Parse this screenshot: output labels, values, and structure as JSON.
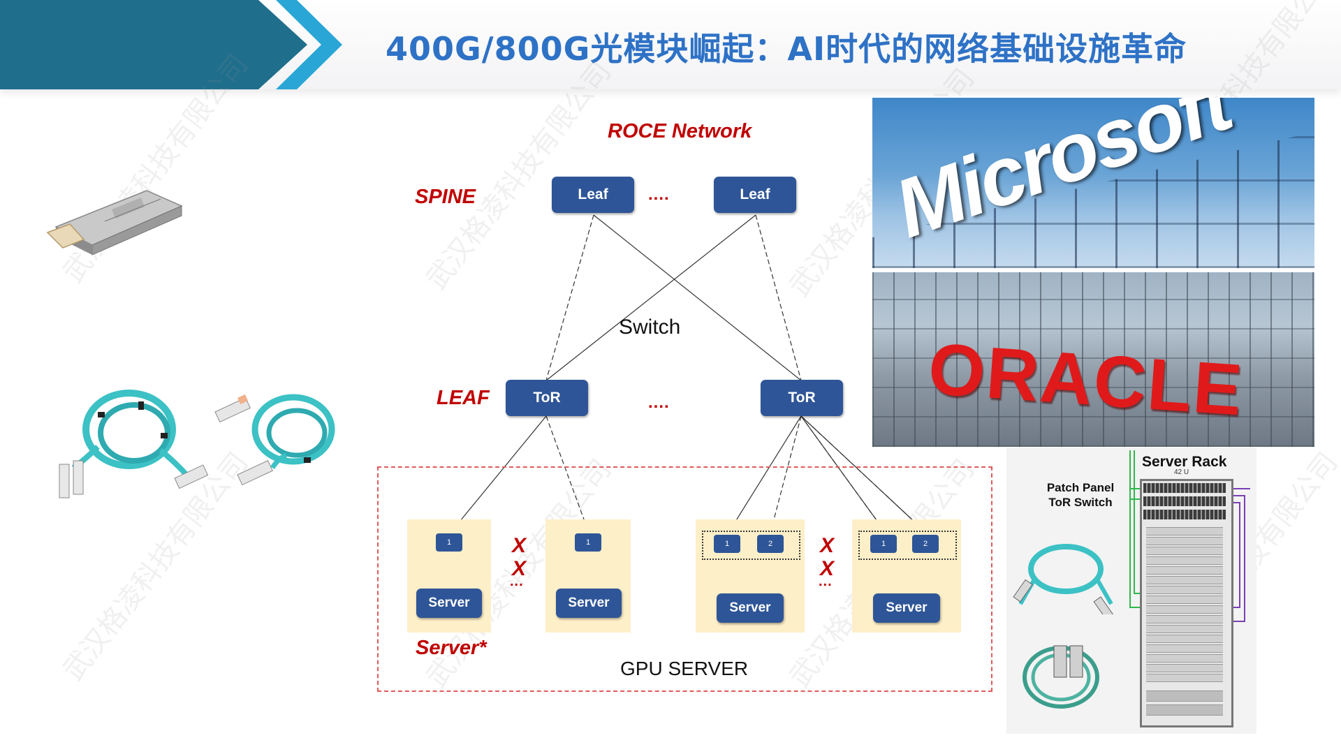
{
  "header": {
    "title": "400G/800G光模块崛起：AI时代的网络基础设施革命",
    "accent": "#1f6e8c",
    "title_color": "#2e72c6"
  },
  "watermark": {
    "text": "武汉格凌科技有限公司"
  },
  "diagram": {
    "title": "ROCE Network",
    "layers": {
      "spine": "SPINE",
      "leaf": "LEAF",
      "server": "Server*"
    },
    "spine_nodes": [
      "Leaf",
      "Leaf"
    ],
    "leaf_nodes": [
      "ToR",
      "ToR"
    ],
    "ellipsis": "....",
    "switch_label": "Switch",
    "nic_labels": [
      "1",
      "1",
      "1",
      "2",
      "1",
      "2"
    ],
    "server_label": "Server",
    "x_mark": "X",
    "small_ellipsis": "...",
    "gpu_label": "GPU SERVER",
    "label_color": "#c00000",
    "node_color": "#2e5597"
  },
  "photos": {
    "microsoft_sign": "Microsoft",
    "oracle_sign": "ORACLE"
  },
  "rack": {
    "title": "Server Rack",
    "subtitle": "42 U",
    "patch_panel": "Patch Panel",
    "tor_switch": "ToR Switch"
  }
}
